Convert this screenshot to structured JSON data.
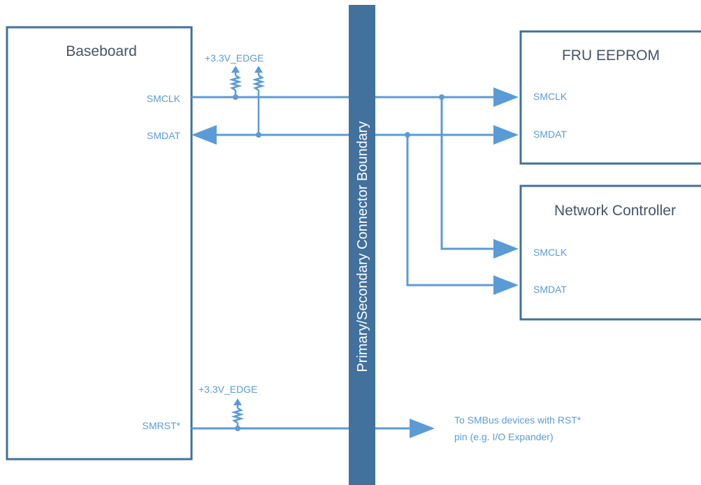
{
  "diagram": {
    "baseboard": {
      "title": "Baseboard",
      "smclk": "SMCLK",
      "smdat": "SMDAT",
      "smrst": "SMRST*"
    },
    "pullup_top": {
      "label": "+3.3V_EDGE"
    },
    "pullup_bottom": {
      "label": "+3.3V_EDGE"
    },
    "boundary": {
      "label": "Primary/Secondary Connector Boundary"
    },
    "fru_eeprom": {
      "title": "FRU EEPROM",
      "smclk": "SMCLK",
      "smdat": "SMDAT"
    },
    "network_controller": {
      "title": "Network Controller",
      "smclk": "SMCLK",
      "smdat": "SMDAT"
    },
    "rst_note": {
      "line1": "To SMBus devices with RST*",
      "line2": "pin (e.g. I/O Expander)"
    }
  },
  "colors": {
    "wire": "#5b9bd5",
    "box_border": "#41719c",
    "boundary_fill": "#41719c",
    "title_text": "#44546a"
  }
}
